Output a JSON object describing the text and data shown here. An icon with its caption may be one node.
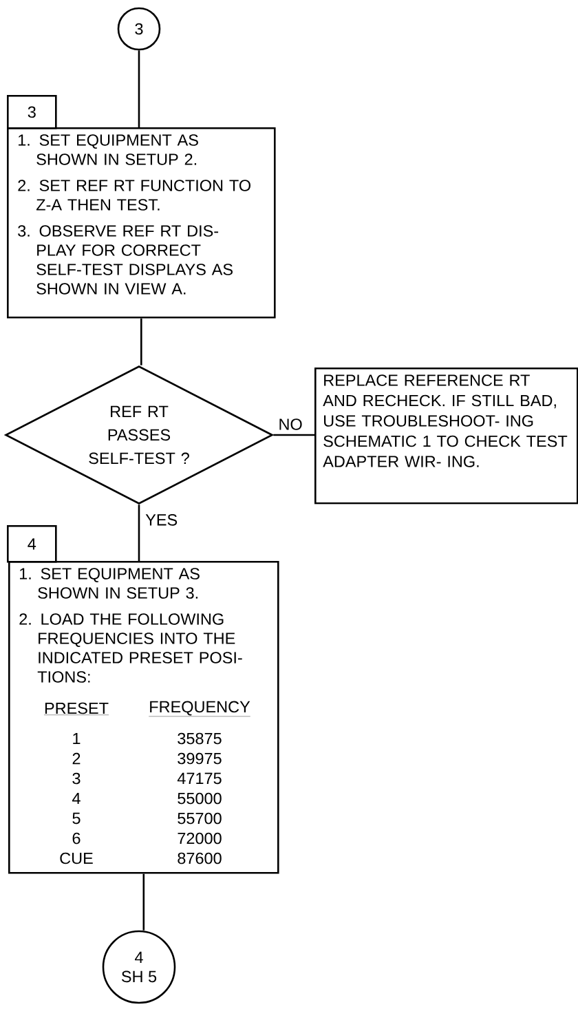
{
  "diagram": {
    "nodes": [
      {
        "text": [
          "3"
        ]
      },
      {
        "text": [
          "3"
        ]
      },
      {
        "text": [
          "1. SET EQUIPMENT AS SHOWN IN SETUP 2.",
          "2. SET REF RT FUNCTION TO Z-A THEN TEST.",
          "3. OBSERVE REF RT DIS- PLAY FOR CORRECT SELF-TEST DISPLAYS AS SHOWN IN VIEW A."
        ]
      },
      {
        "text": [
          "REF RT PASSES SELF-TEST ?"
        ]
      },
      {
        "text": [
          "REPLACE REFERENCE RT AND RECHECK. IF STILL BAD, USE TROUBLESHOOT- ING SCHEMATIC 1 TO CHECK TEST ADAPTER WIR- ING."
        ]
      },
      {
        "text": [
          "4"
        ]
      },
      {
        "text": [
          "1. SET EQUIPMENT AS SHOWN IN SETUP 3.",
          "2. LOAD THE FOLLOWING FREQUENCIES INTO THE INDICATED PRESET POSI- TIONS:",
          "PRESET",
          "FREQUENCY",
          "1",
          "35875",
          "2",
          "39975",
          "3",
          "47175",
          "4",
          "55000",
          "5",
          "55700",
          "6",
          "72000",
          "CUE",
          "87600"
        ]
      },
      {
        "text": [
          "4",
          "SH 5"
        ]
      }
    ],
    "edges": [
      {
        "from": 0,
        "to": 2,
        "arrow": "none"
      },
      {
        "from": 2,
        "to": 3,
        "arrow": "none"
      },
      {
        "from": 3,
        "to": 4,
        "arrow": "none",
        "label": "NO"
      },
      {
        "from": 3,
        "to": 6,
        "arrow": "none",
        "label": "YES"
      },
      {
        "from": 6,
        "to": 7,
        "arrow": "none"
      }
    ]
  }
}
